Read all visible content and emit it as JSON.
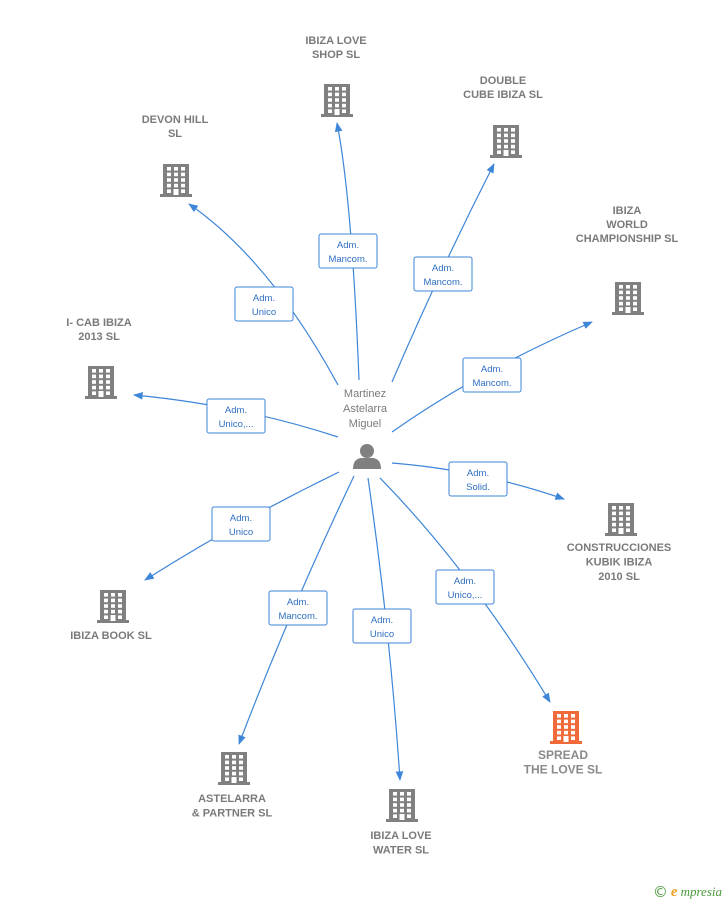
{
  "colors": {
    "edge": "#3d86d8",
    "building": "#808080",
    "building_highlight": "#f06a3a",
    "person": "#808080"
  },
  "center": {
    "name_lines": [
      "Martinez",
      "Astelarra",
      "Miguel"
    ],
    "icon": "person-icon"
  },
  "nodes": [
    {
      "id": "ibiza-love-shop",
      "label_lines": [
        "IBIZA LOVE",
        "SHOP  SL"
      ],
      "role_lines": [
        "Adm.",
        "Mancom."
      ],
      "icon": "building-icon",
      "highlight": false
    },
    {
      "id": "double-cube-ibiza",
      "label_lines": [
        "DOUBLE",
        "CUBE IBIZA SL"
      ],
      "role_lines": [
        "Adm.",
        "Mancom."
      ],
      "icon": "building-icon",
      "highlight": false
    },
    {
      "id": "devon-hill",
      "label_lines": [
        "DEVON HILL",
        "SL"
      ],
      "role_lines": [
        "Adm.",
        "Unico"
      ],
      "icon": "building-icon",
      "highlight": false
    },
    {
      "id": "ibiza-world-championship",
      "label_lines": [
        "IBIZA",
        "WORLD",
        "CHAMPIONSHIP SL"
      ],
      "role_lines": [
        "Adm.",
        "Mancom."
      ],
      "icon": "building-icon",
      "highlight": false
    },
    {
      "id": "i-cab-ibiza-2013",
      "label_lines": [
        "I- CAB IBIZA",
        "2013 SL"
      ],
      "role_lines": [
        "Adm.",
        "Unico,..."
      ],
      "icon": "building-icon",
      "highlight": false
    },
    {
      "id": "construcciones-kubik-ibiza",
      "label_lines": [
        "CONSTRUCCIONES",
        "KUBIK IBIZA",
        "2010 SL"
      ],
      "role_lines": [
        "Adm.",
        "Solid."
      ],
      "icon": "building-icon",
      "highlight": false
    },
    {
      "id": "ibiza-book",
      "label_lines": [
        "IBIZA BOOK SL"
      ],
      "role_lines": [
        "Adm.",
        "Unico"
      ],
      "icon": "building-icon",
      "highlight": false
    },
    {
      "id": "spread-the-love",
      "label_lines": [
        "SPREAD",
        "THE LOVE  SL"
      ],
      "role_lines": [
        "Adm.",
        "Unico,..."
      ],
      "icon": "building-icon",
      "highlight": true
    },
    {
      "id": "astelarra-partner",
      "label_lines": [
        "ASTELARRA",
        "& PARTNER SL"
      ],
      "role_lines": [
        "Adm.",
        "Mancom."
      ],
      "icon": "building-icon",
      "highlight": false
    },
    {
      "id": "ibiza-love-water",
      "label_lines": [
        "IBIZA LOVE",
        "WATER SL"
      ],
      "role_lines": [
        "Adm.",
        "Unico"
      ],
      "icon": "building-icon",
      "highlight": false
    }
  ],
  "footer": {
    "copyright_symbol": "©",
    "brand_initial": "e",
    "brand_rest": "mpresia"
  }
}
